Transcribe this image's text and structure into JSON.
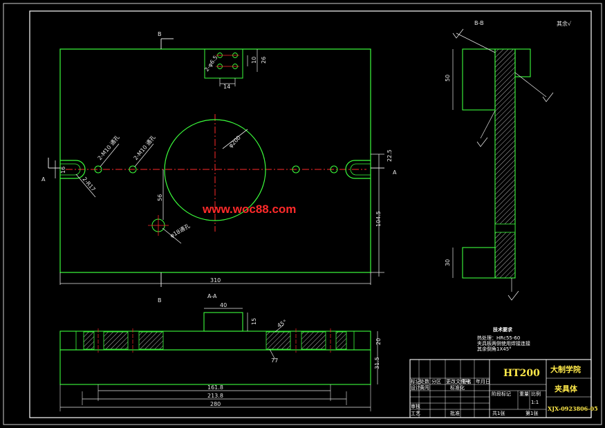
{
  "sheet": {
    "roughness_note": "其余√",
    "watermark": "www.woc88.com"
  },
  "section_labels": {
    "bb_title": "B-B",
    "aa_title": "A-A",
    "b_top": "B",
    "b_bottom": "B",
    "a_left": "A",
    "a_right": "A"
  },
  "dimensions": {
    "plan_width": "310",
    "plan_height": "104.5",
    "slot_gap": "16",
    "slot_pitch_right": "22.5",
    "offset_56": "56",
    "small_pitch": "14",
    "small_h1": "10",
    "small_h2": "26",
    "bb_top": "50",
    "bb_bottom": "30",
    "aa_tab_w": "40",
    "aa_tab_h": "15",
    "aa_thk": "20",
    "aa_total": "31.5",
    "aa_d1": "161.8",
    "aa_d2": "213.8",
    "aa_d3": "280",
    "aa_chamfer": "45°",
    "aa_r": "77"
  },
  "callouts": {
    "big_hole": "φ200",
    "hole1": "2-M10 通孔",
    "hole2": "2-M10 通孔",
    "slot_r": "2-R17",
    "pin_hole": "φ18通孔",
    "small_holes": "2-φ6.5"
  },
  "tech_req": {
    "title": "技术要求",
    "lines": [
      "热处理：HRc55-60",
      "夹具板两侧使用焊接连接",
      "其余倒角1X45°"
    ]
  },
  "title_block": {
    "material": "HT200",
    "school": "大制学院",
    "part_name": "夹具体",
    "drawing_no": "XJX-0923806-05",
    "scale": "1:1",
    "sheet_info": "共1张",
    "sheet_no": "第1张",
    "rows": [
      [
        "标记",
        "处数",
        "分区",
        "更改文件号",
        "签名",
        "年月日"
      ],
      [
        "设计",
        "黄闯",
        "",
        "标准化",
        "",
        ""
      ],
      [
        "审核",
        "",
        "",
        "",
        "",
        ""
      ],
      [
        "工艺",
        "",
        "",
        "批准",
        "",
        ""
      ]
    ],
    "stage_hdr": [
      "阶段标记",
      "重量",
      "比例"
    ]
  },
  "colors": {
    "frame": "#ffffff",
    "part": "#3cff3c",
    "center": "#ff2a2a",
    "dim": "#e8e8e8",
    "hatch": "#e8e8e8",
    "watermark": "#ff2a2a",
    "title_text": "#ffe94a"
  }
}
